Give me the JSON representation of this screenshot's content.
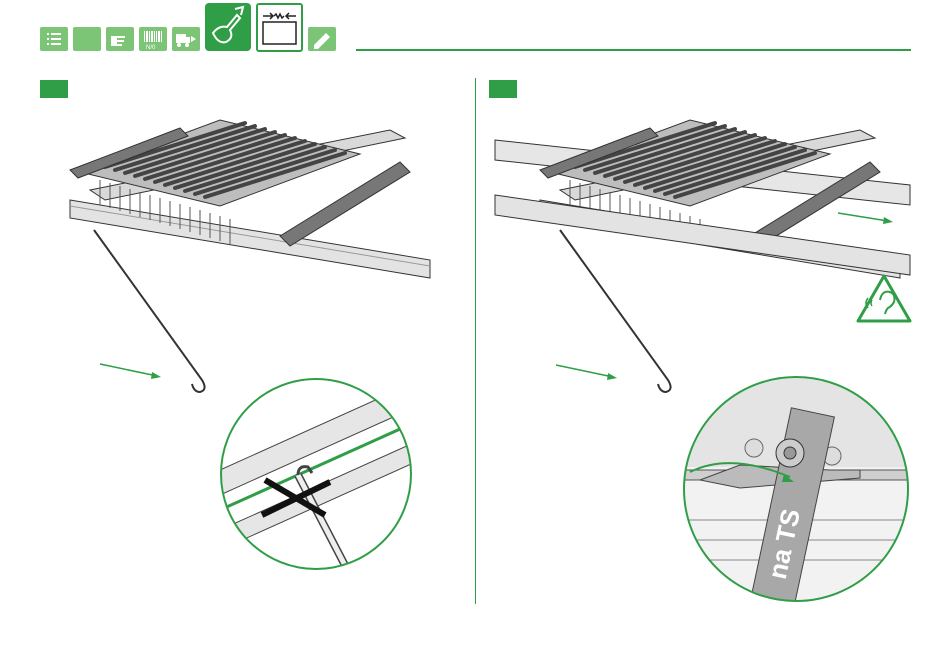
{
  "colors": {
    "accent": "#2f9e46",
    "accent_light": "#7cc576",
    "illustration_stroke": "#333333",
    "illustration_fill": "#cfcfcf"
  },
  "toolbar": {
    "icons": [
      {
        "name": "list-icon",
        "active": false
      },
      {
        "name": "blank-icon",
        "active": false
      },
      {
        "name": "pointing-hand-icon",
        "active": false
      },
      {
        "name": "barcode-icon",
        "active": false
      },
      {
        "name": "truck-unload-icon",
        "active": false
      },
      {
        "name": "hand-writing-icon",
        "active": true
      },
      {
        "name": "adjust-spacing-icon",
        "active": false
      },
      {
        "name": "pencil-icon",
        "active": false
      }
    ],
    "barcode_label": "N/0"
  },
  "steps": [
    {
      "badge_label": "",
      "magnifier_content": "hook-misplaced-crossed-out"
    },
    {
      "badge_label": "",
      "magnifier_content": "clip-engaged-with-label"
    }
  ],
  "magnifier_label_text": "na TS",
  "hearing_icon": "ear-sound-warning-icon"
}
